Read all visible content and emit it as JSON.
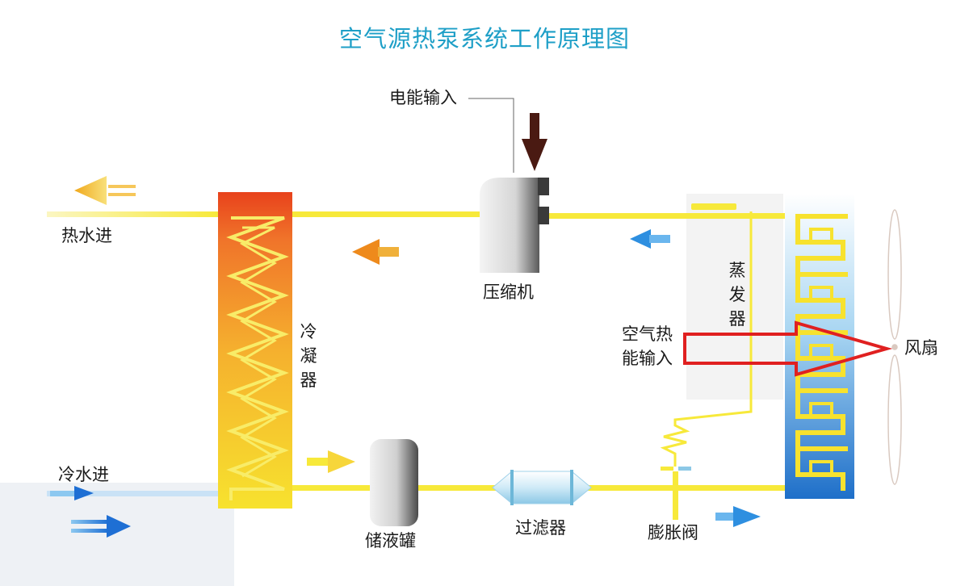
{
  "title": "空气源热泵系统工作原理图",
  "labels": {
    "power_input": "电能输入",
    "hot_water": "热水进",
    "cold_water": "冷水进",
    "compressor": "压缩机",
    "condenser": "冷凝器",
    "evaporator": "蒸发器",
    "air_heat_input_line1": "空气热",
    "air_heat_input_line2": "能输入",
    "fan": "风扇",
    "receiver": "储液罐",
    "filter": "过滤器",
    "expansion_valve": "膨胀阀"
  },
  "colors": {
    "title": "#1e9fc7",
    "pipe": "#f7e93a",
    "pipe_light": "#faf3b0",
    "condenser_top": "#e8421c",
    "condenser_bottom": "#f7e22e",
    "evaporator_top": "#ffffff",
    "evaporator_bottom": "#1e6fc9",
    "hot_arrow": "#f0a81c",
    "cold_arrow": "#1e6fd4",
    "air_arrow": "#e02020",
    "power_arrow": "#4a1a12",
    "compressor_body": "#d8d8d8",
    "receiver_body": "#cfcfcf",
    "filter_body": "#bfe3f2"
  }
}
